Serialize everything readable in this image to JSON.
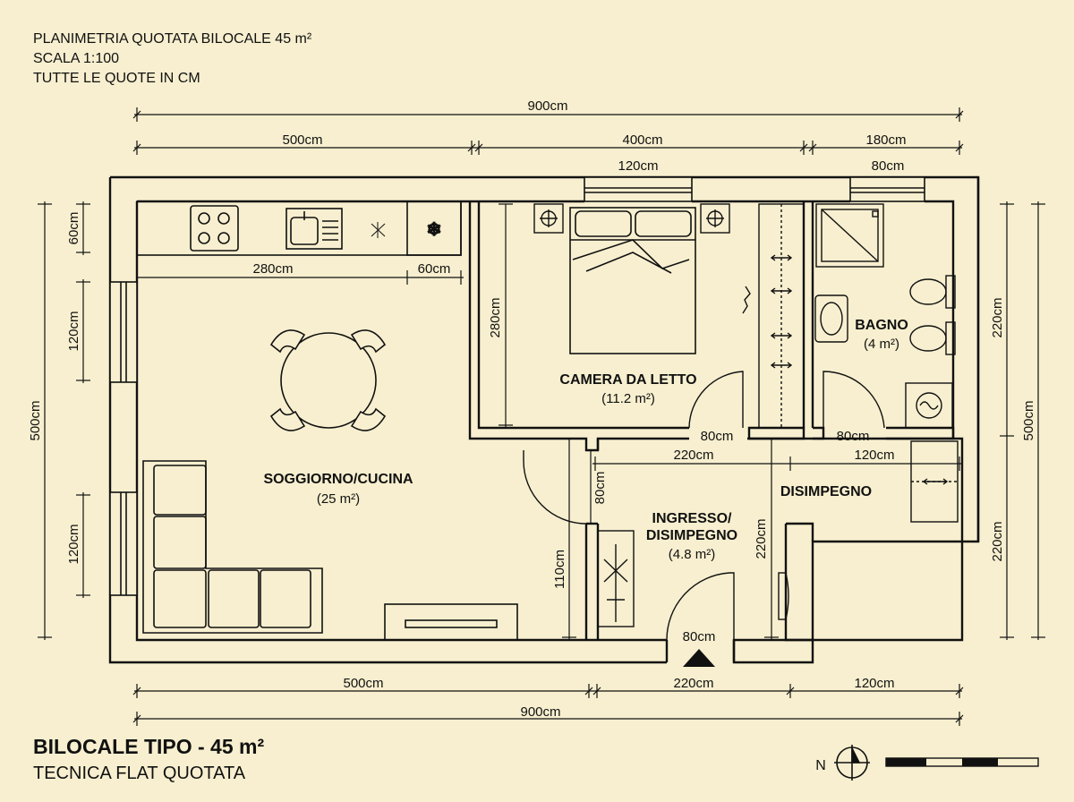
{
  "header": {
    "line1": "PLANIMETRIA QUOTATA BILOCALE 45 m²",
    "line2": "SCALA 1:100",
    "line3": "TUTTE LE QUOTE IN CM"
  },
  "footer": {
    "title": "BILOCALE TIPO - 45 m²",
    "subtitle": "TECNICA FLAT QUOTATA"
  },
  "north_label": "N",
  "rooms": {
    "soggiorno": {
      "name": "SOGGIORNO/CUCINA",
      "area": "(25 m²)"
    },
    "camera": {
      "name": "CAMERA DA LETTO",
      "area": "(11.2 m²)"
    },
    "bagno": {
      "name": "BAGNO",
      "area": "(4 m²)"
    },
    "ingresso": {
      "name_line1": "INGRESSO/",
      "name_line2": "DISIMPEGNO",
      "area": "(4.8 m²)"
    },
    "disimpegno": {
      "name": "DISIMPEGNO"
    }
  },
  "dims": {
    "top_total": "900cm",
    "top_a": "500cm",
    "top_b": "400cm",
    "top_c": "180cm",
    "win_bed": "120cm",
    "win_bath": "80cm",
    "kitchen_depth": "60cm",
    "kitchen_len": "280cm",
    "kitchen_fridge": "60cm",
    "left_win1": "120cm",
    "left_total": "500cm",
    "left_win2": "120cm",
    "bed_depth": "280cm",
    "door_bed": "80cm",
    "door_bath": "80cm",
    "corr_a": "220cm",
    "corr_b": "120cm",
    "door_living": "80cm",
    "wall_110": "110cm",
    "corr_depth": "220cm",
    "entry_door": "80cm",
    "right_top": "220cm",
    "right_total": "500cm",
    "right_bottom": "220cm",
    "bot_a": "500cm",
    "bot_b": "220cm",
    "bot_c": "120cm",
    "bot_total": "900cm"
  },
  "colors": {
    "paper": "#f7efcf",
    "ink": "#111111",
    "wall_fill": "#f7efcf"
  }
}
